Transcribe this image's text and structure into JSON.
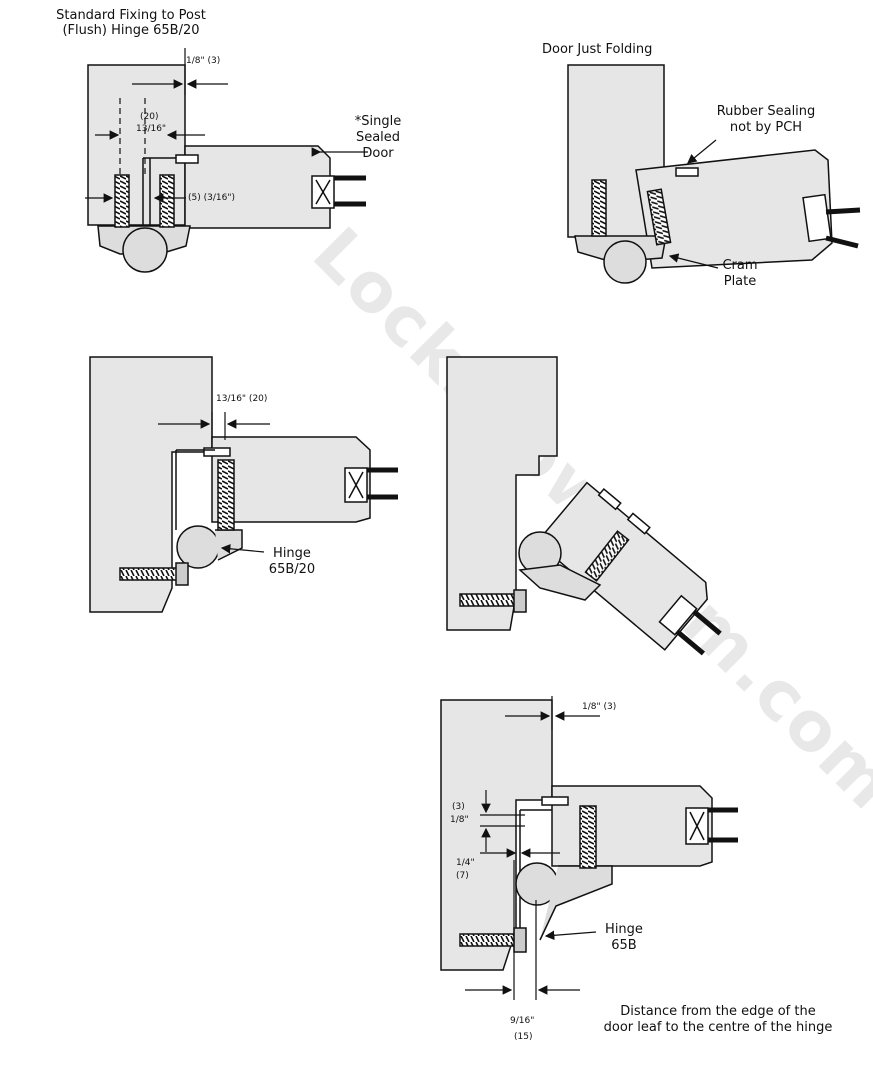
{
  "watermark": "Lockshowroom.com",
  "panels": {
    "top_left": {
      "title_line1": "Standard Fixing to Post",
      "title_line2": "(Flush) Hinge 65B/20",
      "dim_top": "1/8\" (3)",
      "dim_20": "(20)",
      "dim_13_16": "13/16\"",
      "dim_5": "(5) (3/16\")",
      "single_sealed_1": "*Single",
      "single_sealed_2": "Sealed",
      "single_sealed_3": "Door"
    },
    "top_right": {
      "title": "Door Just Folding",
      "rubber_1": "Rubber Sealing",
      "rubber_2": "not by PCH",
      "cram_1": "Cram",
      "cram_2": "Plate"
    },
    "mid_left": {
      "dim_top": "13/16\" (20)",
      "hinge_1": "Hinge",
      "hinge_2": "65B/20"
    },
    "bottom": {
      "dim_top": "1/8\" (3)",
      "dim_3": "(3)",
      "dim_1_8": "1/8\"",
      "dim_1_4": "1/4\"",
      "dim_7": "(7)",
      "hinge_1": "Hinge",
      "hinge_2": "65B",
      "dim_9_16": "9/16\"",
      "dim_15": "(15)",
      "caption_1": "Distance from the edge of the",
      "caption_2": "door leaf to the centre of the hinge"
    }
  }
}
